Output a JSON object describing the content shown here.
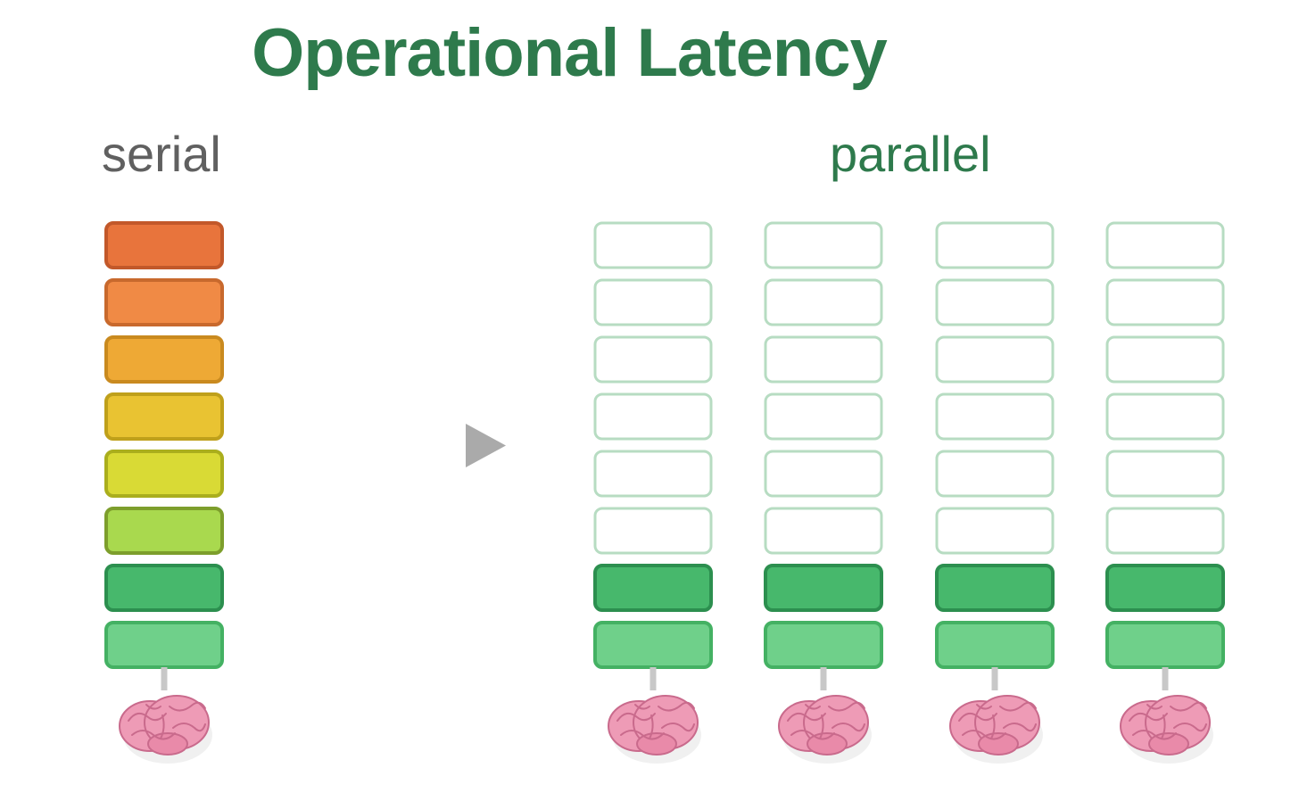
{
  "title": "Operational Latency",
  "serial": {
    "label": "serial",
    "blocks": [
      {
        "fill": "#e8743c",
        "stroke": "#c2582a"
      },
      {
        "fill": "#f08a45",
        "stroke": "#c8692d"
      },
      {
        "fill": "#eea935",
        "stroke": "#c98a1f"
      },
      {
        "fill": "#e9c332",
        "stroke": "#bfa01b"
      },
      {
        "fill": "#d9da35",
        "stroke": "#aaae1d"
      },
      {
        "fill": "#a9d94e",
        "stroke": "#7d9e2c"
      },
      {
        "fill": "#47b86c",
        "stroke": "#2c8f4f"
      },
      {
        "fill": "#6fd08a",
        "stroke": "#44b163"
      }
    ]
  },
  "arrow": {
    "icon": "play-triangle-icon",
    "color": "#aaaaaa"
  },
  "parallel": {
    "label": "parallel",
    "columns": 4,
    "empty_blocks": 6,
    "empty_stroke": "#b7dcc2",
    "filled_blocks": [
      {
        "fill": "#47b86c",
        "stroke": "#2c8f4f"
      },
      {
        "fill": "#6fd08a",
        "stroke": "#44b163"
      }
    ]
  },
  "brain": {
    "icon": "brain-icon",
    "fill": "#ee9bb6",
    "stroke": "#c96a8c",
    "stem": "#c8c8c8"
  }
}
